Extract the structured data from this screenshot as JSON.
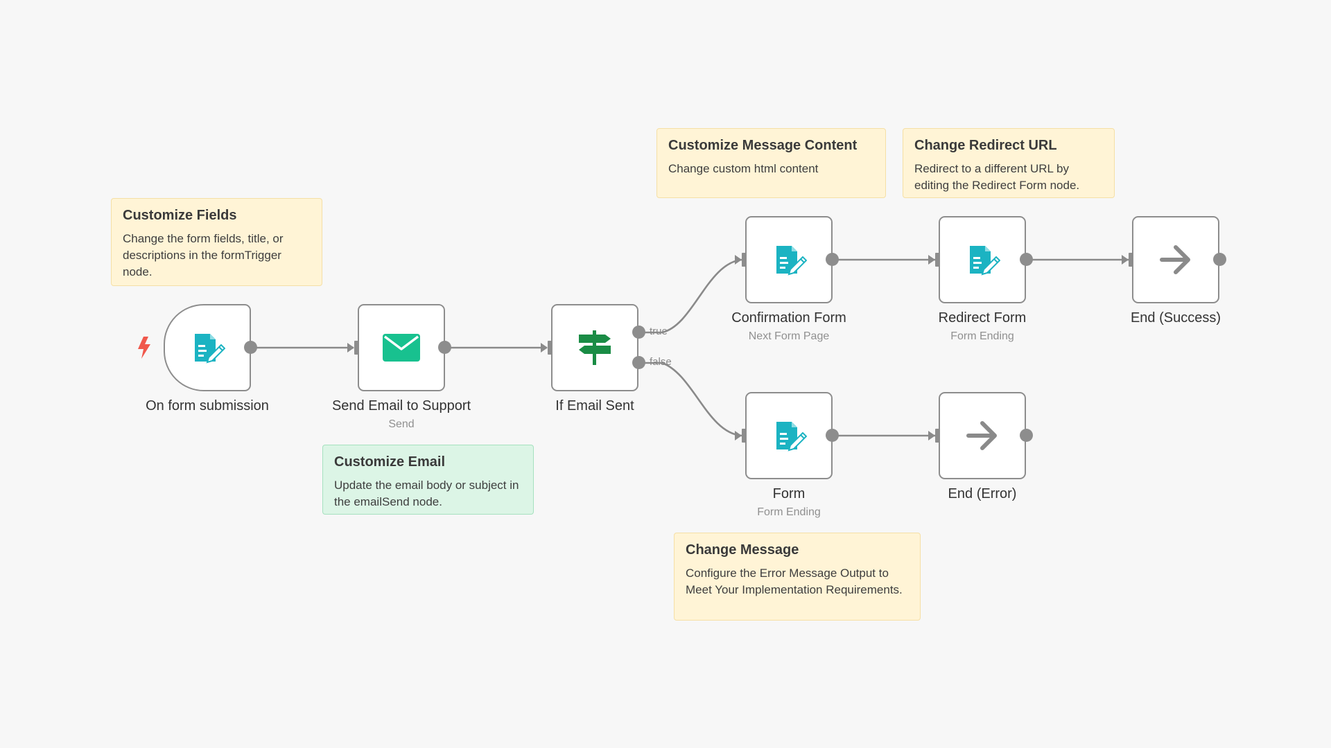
{
  "colors": {
    "background": "#f7f7f7",
    "node_border": "#8d8d8d",
    "edge": "#8a8a8a",
    "form_icon": "#1bb3c2",
    "email_icon": "#18c18f",
    "if_icon": "#1a8c45",
    "arrow_icon": "#8a8a8a",
    "trigger_bolt": "#f0584c",
    "note_yellow": "#fff4d6",
    "note_green": "#dcf5e6"
  },
  "notes": {
    "customize_fields": {
      "title": "Customize Fields",
      "body": "Change the form fields, title, or descriptions in the formTrigger node."
    },
    "customize_email": {
      "title": "Customize Email",
      "body": "Update the email body or subject in the emailSend node."
    },
    "customize_message_content": {
      "title": "Customize Message Content",
      "body": "Change custom html content"
    },
    "change_redirect_url": {
      "title": "Change Redirect URL",
      "body": "Redirect to a different URL by editing the Redirect Form node."
    },
    "change_message": {
      "title": "Change Message",
      "body": "Configure the Error Message Output to Meet Your Implementation Requirements."
    }
  },
  "nodes": {
    "on_form_submission": {
      "label": "On form submission",
      "icon": "form-icon"
    },
    "send_email": {
      "label": "Send Email to Support",
      "subtitle": "Send",
      "icon": "envelope-icon"
    },
    "if_email_sent": {
      "label": "If Email Sent",
      "icon": "signpost-icon"
    },
    "confirmation_form": {
      "label": "Confirmation Form",
      "subtitle": "Next Form Page",
      "icon": "form-icon"
    },
    "redirect_form": {
      "label": "Redirect Form",
      "subtitle": "Form Ending",
      "icon": "form-icon"
    },
    "end_success": {
      "label": "End (Success)",
      "icon": "arrow-right-icon"
    },
    "form": {
      "label": "Form",
      "subtitle": "Form Ending",
      "icon": "form-icon"
    },
    "end_error": {
      "label": "End (Error)",
      "icon": "arrow-right-icon"
    }
  },
  "branches": {
    "true_label": "true",
    "false_label": "false"
  }
}
